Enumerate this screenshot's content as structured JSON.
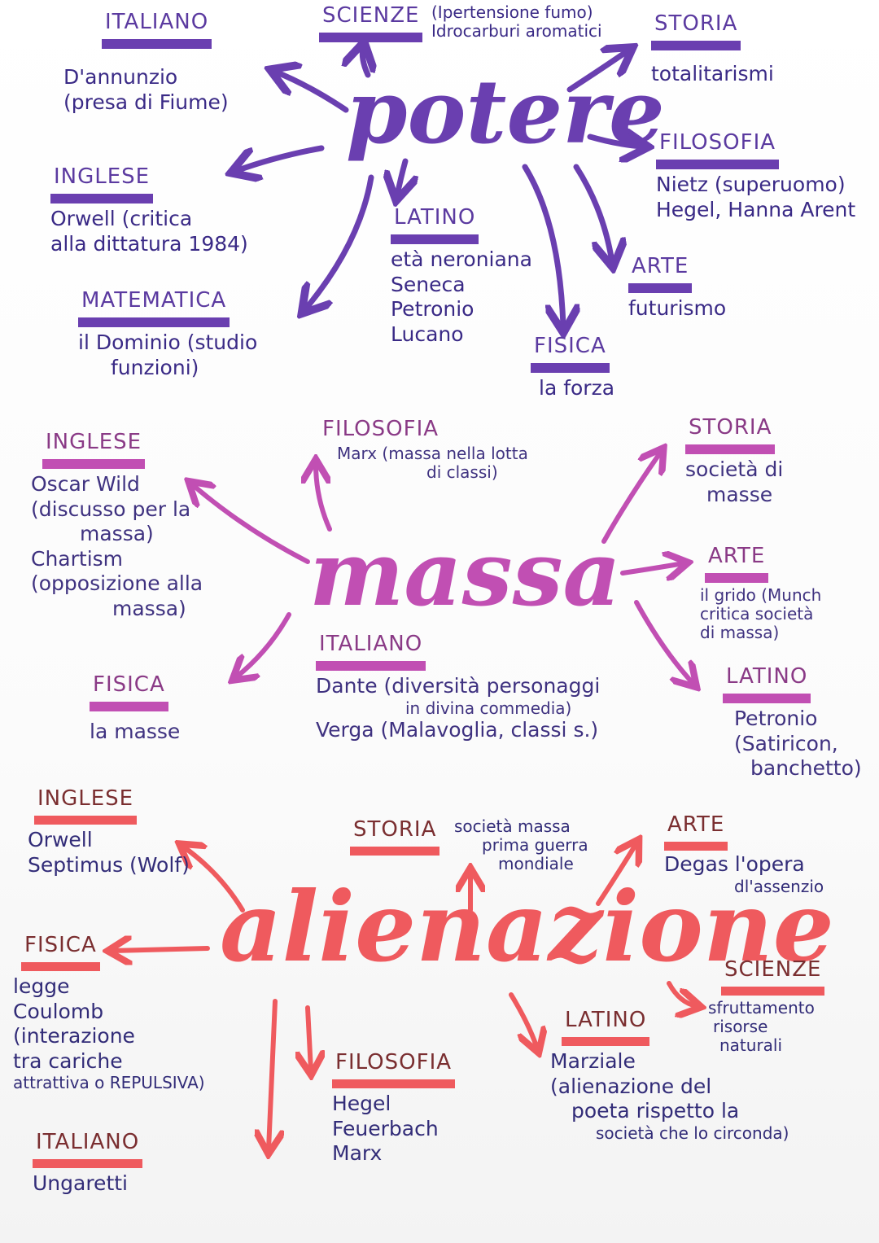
{
  "colors": {
    "potere": "#6a3fb0",
    "massa": "#c14fb3",
    "alienazione": "#ef5a5e"
  },
  "potere": {
    "title": "potere",
    "italiano": {
      "subject": "ITALIANO",
      "lines": [
        "D'annunzio",
        "(presa di Fiume)"
      ]
    },
    "scienze": {
      "subject": "SCIENZE",
      "lines": [
        "(Ipertensione fumo)",
        "Idrocarburi aromatici"
      ]
    },
    "storia": {
      "subject": "STORIA",
      "lines": [
        "totalitarismi"
      ]
    },
    "filosofia": {
      "subject": "FILOSOFIA",
      "lines": [
        "Nietz (superuomo)",
        "Hegel, Hanna Arent"
      ]
    },
    "inglese": {
      "subject": "INGLESE",
      "lines": [
        "Orwell (critica",
        "alla dittatura 1984)"
      ]
    },
    "latino": {
      "subject": "LATINO",
      "lines": [
        "età neroniana",
        "Seneca",
        "Petronio",
        "Lucano"
      ]
    },
    "arte": {
      "subject": "ARTE",
      "lines": [
        "futurismo"
      ]
    },
    "matematica": {
      "subject": "MATEMATICA",
      "lines": [
        "il Dominio (studio",
        "funzioni)"
      ]
    },
    "fisica": {
      "subject": "FISICA",
      "lines": [
        "la forza"
      ]
    }
  },
  "massa": {
    "title": "massa",
    "filosofia": {
      "subject": "FILOSOFIA",
      "lines": [
        "Marx (massa nella lotta",
        "di classi)"
      ]
    },
    "storia": {
      "subject": "STORIA",
      "lines": [
        "società di",
        "masse"
      ]
    },
    "inglese": {
      "subject": "INGLESE",
      "lines": [
        "Oscar Wild",
        "(discusso per la",
        "massa)",
        "Chartism",
        "(opposizione alla",
        "massa)"
      ]
    },
    "arte": {
      "subject": "ARTE",
      "lines": [
        "il grido (Munch",
        "critica società",
        "di massa)"
      ]
    },
    "italiano": {
      "subject": "ITALIANO",
      "lines": [
        "Dante (diversità personaggi",
        "in divina commedia)",
        "Verga (Malavoglia, classi s.)"
      ]
    },
    "latino": {
      "subject": "LATINO",
      "lines": [
        "Petronio",
        "(Satiricon,",
        "banchetto)"
      ]
    },
    "fisica": {
      "subject": "FISICA",
      "lines": [
        "la masse"
      ]
    }
  },
  "alienazione": {
    "title": "alienazione",
    "inglese": {
      "subject": "INGLESE",
      "lines": [
        "Orwell",
        "Septimus (Wolf)"
      ]
    },
    "storia": {
      "subject": "STORIA",
      "lines": [
        "società massa",
        "prima guerra",
        "mondiale"
      ]
    },
    "arte": {
      "subject": "ARTE",
      "lines": [
        "Degas l'opera",
        "dl'assenzio"
      ]
    },
    "fisica": {
      "subject": "FISICA",
      "lines": [
        "legge",
        "Coulomb",
        "(interazione",
        "tra cariche",
        "attrattiva o REPULSIVA)"
      ]
    },
    "scienze": {
      "subject": "SCIENZE",
      "lines": [
        "sfruttamento",
        "risorse",
        "naturali"
      ]
    },
    "latino": {
      "subject": "LATINO",
      "lines": [
        "Marziale",
        "(alienazione del",
        "poeta rispetto la",
        "società che lo circonda)"
      ]
    },
    "filosofia": {
      "subject": "FILOSOFIA",
      "lines": [
        "Hegel",
        "Feuerbach",
        "Marx"
      ]
    },
    "italiano": {
      "subject": "ITALIANO",
      "lines": [
        "Ungaretti"
      ]
    }
  }
}
